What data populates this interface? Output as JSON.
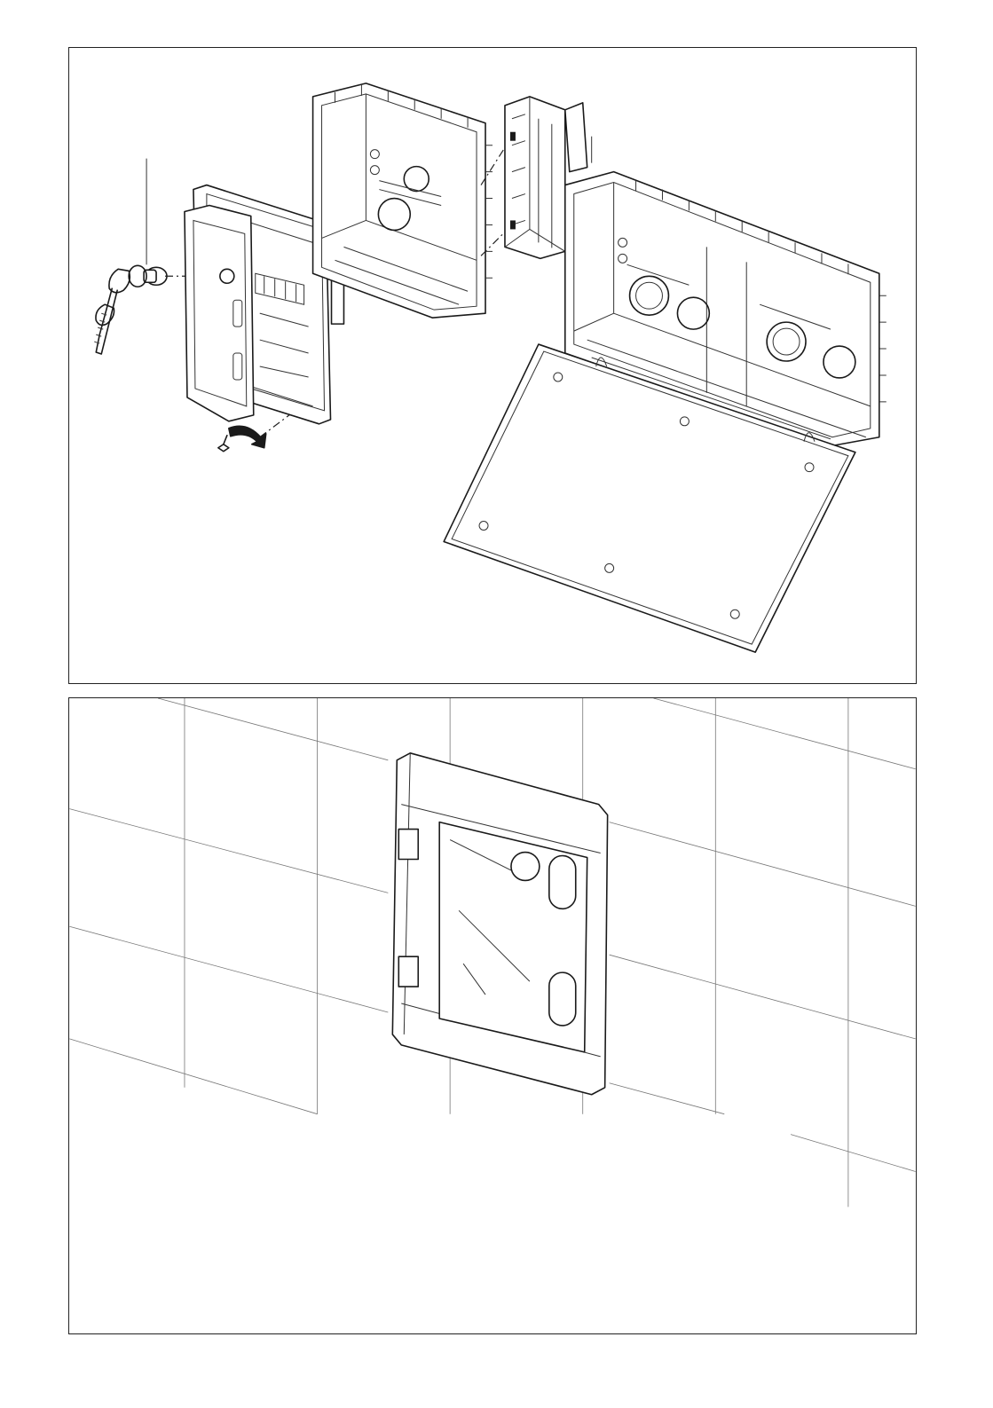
{
  "figure": {
    "panels": [
      {
        "id": "exploded-assembly",
        "parts": [
          "key-lock",
          "screw",
          "distribution-board-front",
          "small-flush-box",
          "connection-bridge",
          "large-flush-box",
          "box-lid"
        ]
      },
      {
        "id": "installed-on-tiled-wall",
        "parts": [
          "tiled-wall",
          "flush-enclosure-closed"
        ]
      }
    ]
  },
  "colors": {
    "line": "#1a1a1a",
    "background": "#ffffff",
    "grid": "#555555"
  }
}
